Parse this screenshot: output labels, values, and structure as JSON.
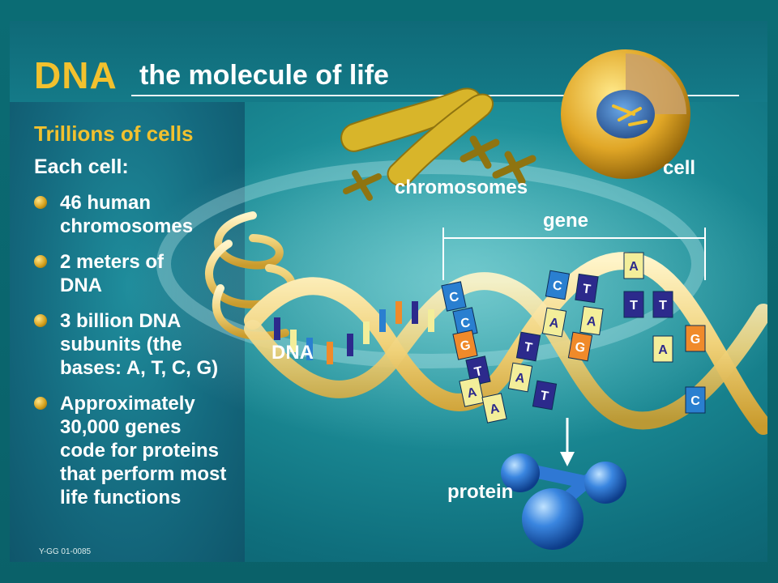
{
  "title": {
    "main": "DNA",
    "subtitle": "the molecule of life"
  },
  "left_panel": {
    "heading": "Trillions of cells",
    "intro": "Each cell:",
    "bullets": [
      {
        "lines": [
          "46 human",
          "chromosomes"
        ]
      },
      {
        "lines": [
          "2 meters of",
          "DNA"
        ]
      },
      {
        "lines": [
          "3 billion DNA",
          "subunits (the",
          "bases: A, T, C, G)"
        ]
      },
      {
        "lines": [
          "Approximately",
          "30,000 genes",
          "code for proteins",
          "that perform most",
          "life functions"
        ]
      }
    ],
    "ref_code": "Y-GG 01-0085"
  },
  "diagram": {
    "labels": {
      "chromosomes": "chromosomes",
      "cell": "cell",
      "gene": "gene",
      "dna": "DNA",
      "protein": "protein"
    },
    "base_letters": [
      "C",
      "C",
      "G",
      "T",
      "A",
      "A",
      "A",
      "T",
      "T",
      "A",
      "C",
      "G",
      "T",
      "A",
      "A",
      "T",
      "T",
      "A",
      "G",
      "C"
    ]
  },
  "colors": {
    "accent_gold": "#f2c12e",
    "text_white": "#ffffff",
    "base_A": "#f3ee9a",
    "base_T": "#2c2a8c",
    "base_C": "#2a7fd0",
    "base_G": "#f08a2a"
  }
}
